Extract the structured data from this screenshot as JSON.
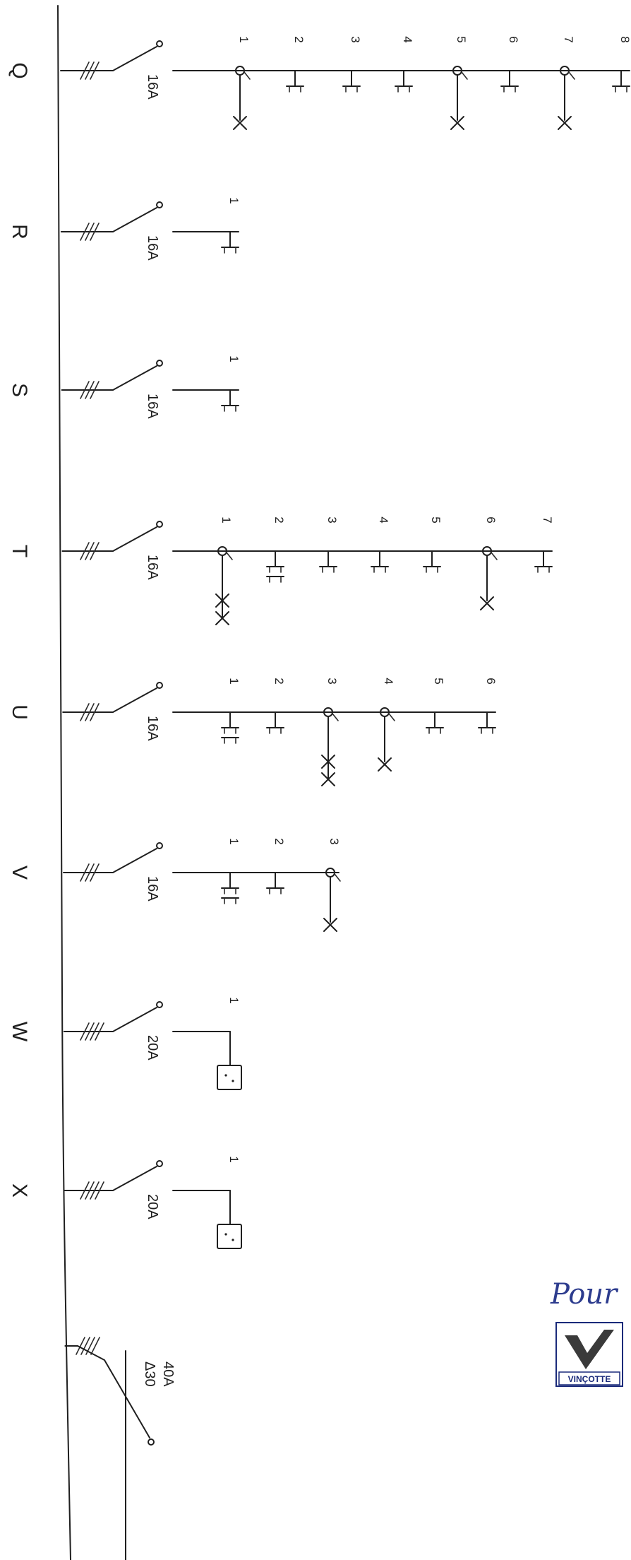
{
  "circuits": [
    {
      "id": "Q",
      "rating": "16A",
      "points": [
        {
          "n": "1",
          "kind": "junction"
        },
        {
          "n": "2",
          "kind": "socket"
        },
        {
          "n": "3",
          "kind": "socket"
        },
        {
          "n": "4",
          "kind": "socket"
        },
        {
          "n": "5",
          "kind": "junction"
        },
        {
          "n": "6",
          "kind": "socket"
        },
        {
          "n": "7",
          "kind": "junction"
        },
        {
          "n": "8",
          "kind": "socket"
        }
      ]
    },
    {
      "id": "R",
      "rating": "16A",
      "points": [
        {
          "n": "1",
          "kind": "socket"
        }
      ]
    },
    {
      "id": "S",
      "rating": "16A",
      "points": [
        {
          "n": "1",
          "kind": "socket"
        }
      ]
    },
    {
      "id": "T",
      "rating": "16A",
      "points": [
        {
          "n": "1",
          "kind": "junction2"
        },
        {
          "n": "2",
          "kind": "socket2"
        },
        {
          "n": "3",
          "kind": "socket"
        },
        {
          "n": "4",
          "kind": "socket"
        },
        {
          "n": "5",
          "kind": "socket"
        },
        {
          "n": "6",
          "kind": "junction"
        },
        {
          "n": "7",
          "kind": "socket"
        }
      ]
    },
    {
      "id": "U",
      "rating": "16A",
      "points": [
        {
          "n": "1",
          "kind": "socket2"
        },
        {
          "n": "2",
          "kind": "socket"
        },
        {
          "n": "3",
          "kind": "junction2"
        },
        {
          "n": "4",
          "kind": "junction"
        },
        {
          "n": "5",
          "kind": "socket"
        },
        {
          "n": "6",
          "kind": "socket"
        }
      ]
    },
    {
      "id": "V",
      "rating": "16A",
      "points": [
        {
          "n": "1",
          "kind": "socket2"
        },
        {
          "n": "2",
          "kind": "socket"
        },
        {
          "n": "3",
          "kind": "junction"
        }
      ]
    },
    {
      "id": "W",
      "rating": "20A",
      "points": [
        {
          "n": "1",
          "kind": "box"
        }
      ]
    },
    {
      "id": "X",
      "rating": "20A",
      "points": [
        {
          "n": "1",
          "kind": "box"
        }
      ]
    },
    {
      "id": "",
      "rating": "40A",
      "rating2": "Δ30",
      "points": []
    }
  ],
  "signature_text": "Pour",
  "stamp_text": "VINÇOTTE"
}
